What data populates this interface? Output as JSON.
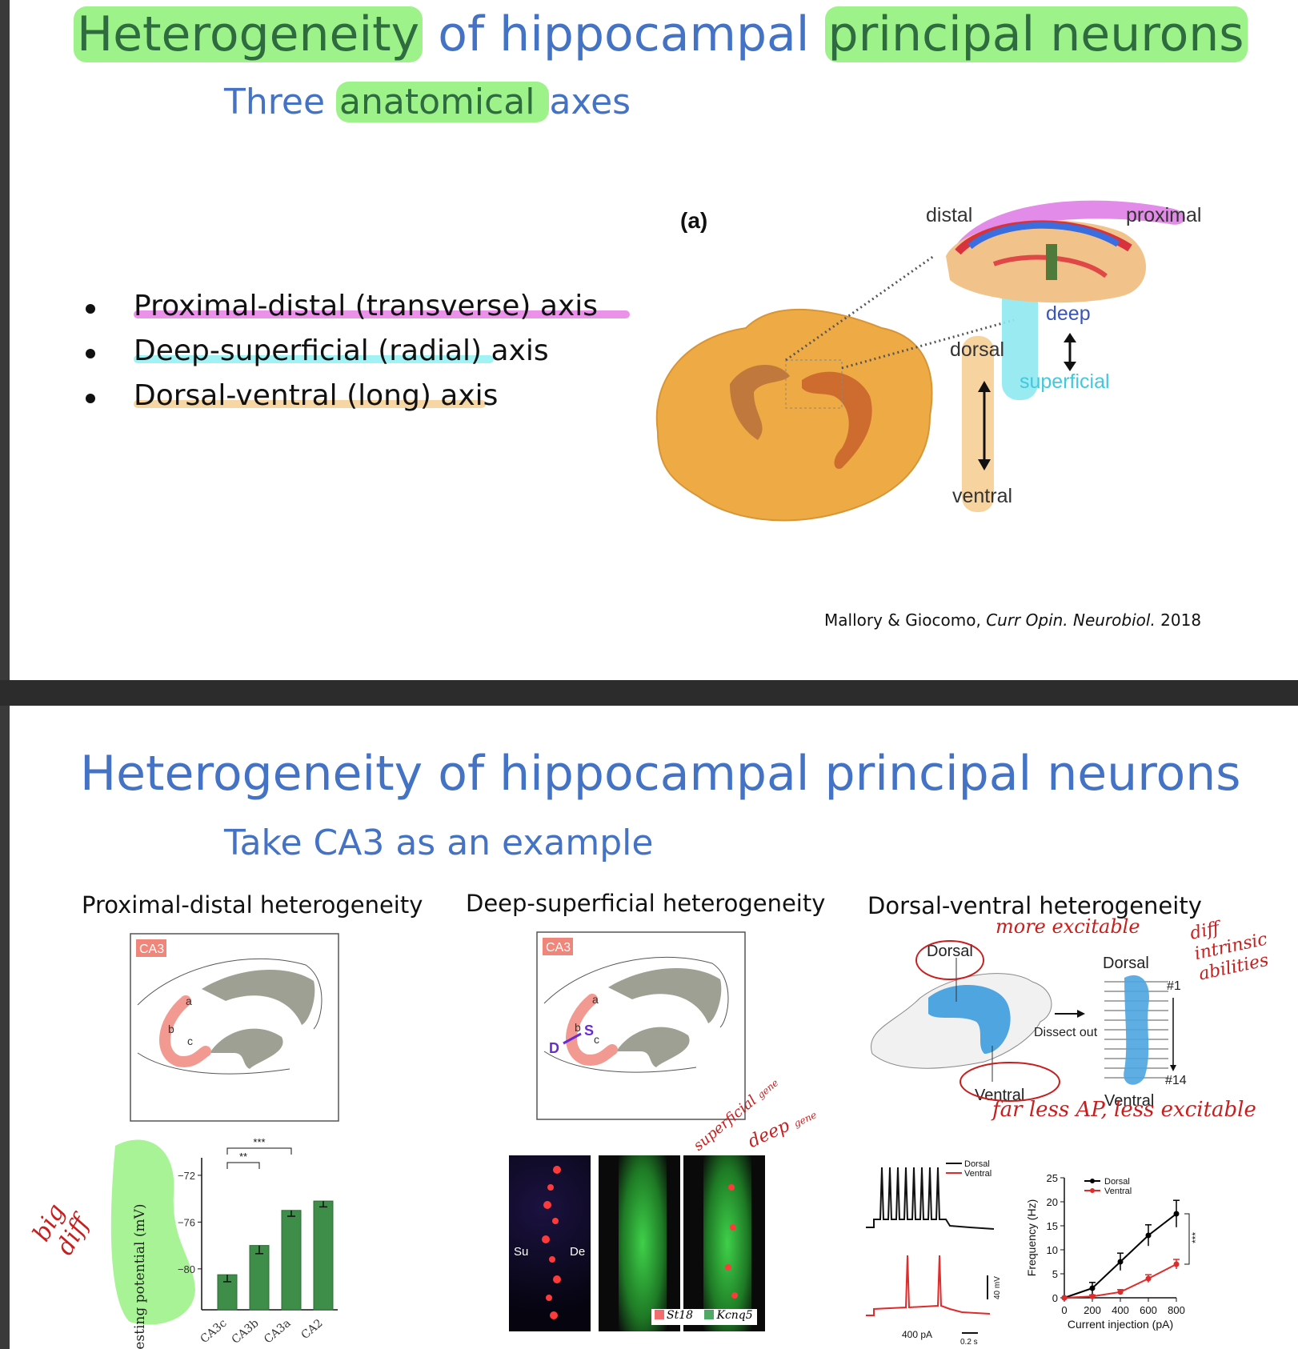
{
  "slide1": {
    "title_part1": "Heterogeneity",
    "title_part2": " of hippocampal ",
    "title_part3": "principal neurons",
    "subtitle_part1": "Three ",
    "subtitle_part2": "anatomical ",
    "subtitle_part3": "axes",
    "bullets": [
      "Proximal-distal (transverse) axis",
      "Deep-superficial (radial) axis",
      "Dorsal-ventral (long) axis"
    ],
    "figure": {
      "panel_label": "(a)",
      "distal": "distal",
      "proximal": "proximal",
      "deep": "deep",
      "superficial": "superficial",
      "dorsal": "dorsal",
      "ventral": "ventral"
    },
    "citation_authors": "Mallory & Giocomo, ",
    "citation_journal": "Curr Opin. Neurobiol.",
    "citation_year": " 2018"
  },
  "slide2": {
    "title": "Heterogeneity of hippocampal principal neurons",
    "subtitle": "Take CA3 as an example",
    "panels": {
      "proximal_distal": {
        "heading": "Proximal-distal heterogeneity",
        "region_label": "CA3",
        "letters": [
          "a",
          "b",
          "c"
        ],
        "chart_ylabel": "Resting potential (mV)",
        "sig_top": "***",
        "sig_inner": "**"
      },
      "deep_superficial": {
        "heading": "Deep-superficial heterogeneity",
        "region_label": "CA3",
        "letters": [
          "a",
          "b",
          "c"
        ],
        "D": "D",
        "S": "S",
        "su": "Su",
        "de": "De",
        "legend_1": "St18",
        "legend_2": "Kcnq5"
      },
      "dorsal_ventral": {
        "heading": "Dorsal-ventral heterogeneity",
        "dorsal_left": "Dorsal",
        "ventral_left": "Ventral",
        "dissect": "Dissect out",
        "dorsal_right": "Dorsal",
        "ventral_right": "Ventral",
        "num_top": "#1",
        "num_bottom": "#14",
        "trace_legend_dorsal": "Dorsal",
        "trace_legend_ventral": "Ventral",
        "scale_mv": "40 mV",
        "scale_pa": "400 pA",
        "scale_s": "0.2 s"
      }
    },
    "annotations": {
      "more_excitable": "more excitable",
      "diff_intrinsic": [
        "diff",
        "intrinsic",
        "abilities"
      ],
      "far_less": "far less AP, less excitable",
      "big_diff": [
        "big",
        "diff"
      ],
      "superficial_gene": [
        "superficial",
        "gene"
      ],
      "deep_gene": [
        "deep",
        "gene"
      ]
    }
  },
  "chart_data": [
    {
      "type": "bar",
      "categories": [
        "CA3c",
        "CA3b",
        "CA3a",
        "CA2"
      ],
      "values": [
        -80.5,
        -78.0,
        -75.0,
        -74.2
      ],
      "errors": [
        0.6,
        0.7,
        0.5,
        0.5
      ],
      "ylabel": "Resting potential (mV)",
      "yticks": [
        -80,
        -76,
        -72
      ],
      "ylim": [
        -70.5,
        -83.5
      ],
      "significance": [
        "**",
        "***"
      ],
      "colors": {
        "bar": "#3e8e4a"
      }
    },
    {
      "type": "line",
      "x": [
        0,
        200,
        400,
        600,
        800
      ],
      "xlabel": "Current injection (pA)",
      "ylabel": "Frequency (Hz)",
      "xlim": [
        0,
        800
      ],
      "ylim": [
        0,
        25
      ],
      "xticks": [
        0,
        200,
        400,
        600,
        800
      ],
      "yticks": [
        0,
        5,
        10,
        15,
        20,
        25
      ],
      "series": [
        {
          "name": "Dorsal",
          "values": [
            0,
            2,
            7.5,
            13,
            17.5
          ],
          "errors": [
            0,
            1.2,
            1.8,
            2.2,
            2.8
          ],
          "color": "#000000"
        },
        {
          "name": "Ventral",
          "values": [
            0,
            0.3,
            1.2,
            4,
            7
          ],
          "errors": [
            0,
            0.3,
            0.5,
            0.8,
            1.0
          ],
          "color": "#e02b2b"
        }
      ],
      "significance": "***"
    }
  ]
}
